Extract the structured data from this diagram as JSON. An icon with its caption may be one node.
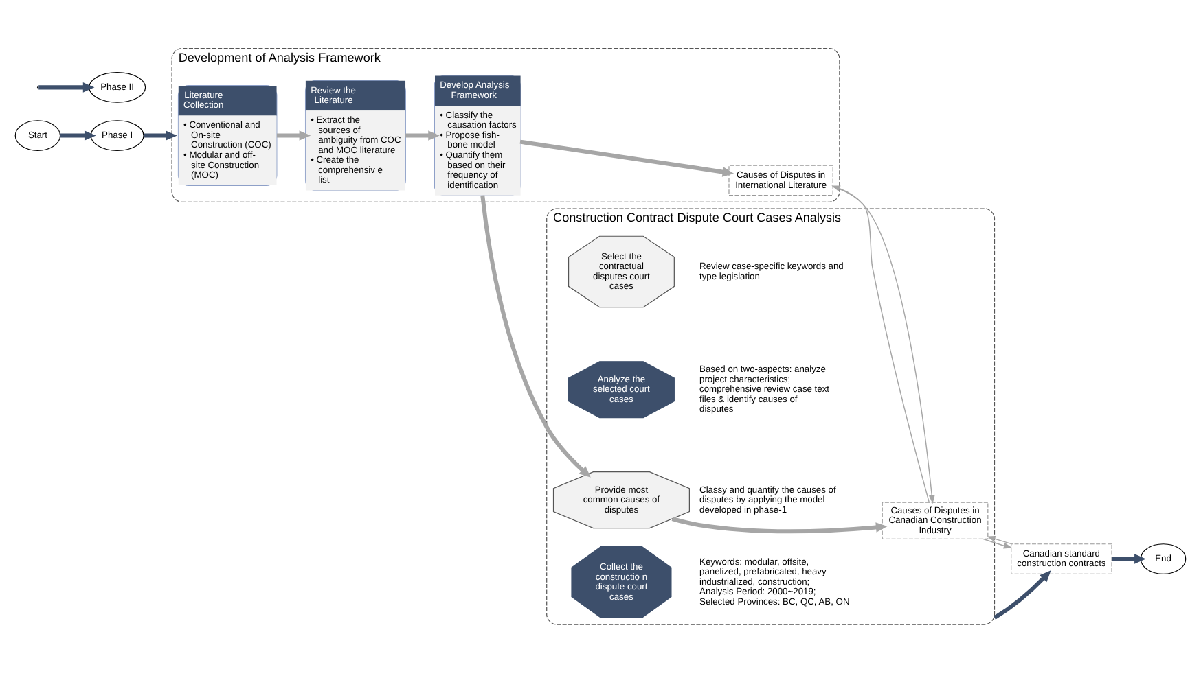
{
  "diagram": {
    "nodes": [
      {
        "text": [
          "Start"
        ]
      },
      {
        "text": [
          "Phase I"
        ]
      },
      {
        "text": [
          "Development of Analysis Framework"
        ]
      },
      {
        "text": [
          "Literature Collection",
          "• Conventional and On-site Construction (COC)",
          "• Modular and off-site Construction (MOC)"
        ],
        "in": 2
      },
      {
        "text": [
          "Review the Literature",
          "• Extract the sources of ambiguity from COC and MOC literature",
          "• Create the comprehensiv e list"
        ],
        "in": 2
      },
      {
        "text": [
          "Develop Analysis Framework",
          "• Classify the causation factors",
          "• Propose fish- bone model",
          "• Quantify them based on their frequency of identification"
        ],
        "in": 2
      },
      {
        "text": [
          "Causes of Disputes in International Literature"
        ],
        "in": 2
      },
      {
        "text": [
          "Phase II"
        ]
      },
      {
        "text": [
          "Construction Contract Dispute Court Cases Analysis"
        ]
      },
      {
        "text": [
          "Collect the constructio n dispute court cases"
        ],
        "in": 8,
        "beside": [
          "Keywords: modular, offsite, panelized, prefabricated, heavy industrialized, construction; Analysis Period: 2000~2019; Selected Provinces: BC, QC, AB, ON"
        ]
      },
      {
        "text": [
          "Select the contractual disputes court cases"
        ],
        "in": 8,
        "beside": [
          "Review case-specific keywords and type legislation"
        ]
      },
      {
        "text": [
          "Analyze the selected court cases"
        ],
        "in": 8,
        "beside": [
          "Based on two-aspects: analyze project characteristics; comprehensive review case text files & identify causes of disputes"
        ]
      },
      {
        "text": [
          "Provide most common causes of disputes"
        ],
        "in": 8,
        "beside": [
          "Classy and quantify the causes of disputes by applying the model developed in phase-1"
        ]
      },
      {
        "text": [
          "Causes of Disputes in Canadian Construction Industry"
        ],
        "in": 8
      },
      {
        "text": [
          "Canadian standard construction contracts"
        ]
      },
      {
        "text": [
          "End"
        ]
      }
    ],
    "edges": [
      {
        "from": 0,
        "to": 1,
        "arrow": "to",
        "color": "#3d4f6b"
      },
      {
        "from": 1,
        "to": 2,
        "arrow": "to",
        "color": "#3d4f6b"
      },
      {
        "from": 3,
        "to": 4,
        "arrow": "to"
      },
      {
        "from": 4,
        "to": 5,
        "arrow": "to"
      },
      {
        "from": 5,
        "to": 6,
        "arrow": "to"
      },
      {
        "from": 5,
        "to": 12,
        "arrow": "to"
      },
      {
        "from": 12,
        "to": 13,
        "arrow": "to"
      },
      {
        "from": 13,
        "to": 6,
        "arrow": "to"
      },
      {
        "from": 6,
        "to": 13,
        "arrow": "to"
      },
      {
        "from": 14,
        "to": 13,
        "arrow": "to"
      },
      {
        "from": 13,
        "to": 14,
        "arrow": "to"
      },
      {
        "from": null,
        "to": 7,
        "arrow": "to",
        "color": "#3d4f6b"
      },
      {
        "from": 8,
        "to": 14,
        "arrow": "to",
        "color": "#3d4f6b"
      },
      {
        "from": 14,
        "to": 15,
        "arrow": "to",
        "color": "#3d4f6b"
      }
    ]
  }
}
